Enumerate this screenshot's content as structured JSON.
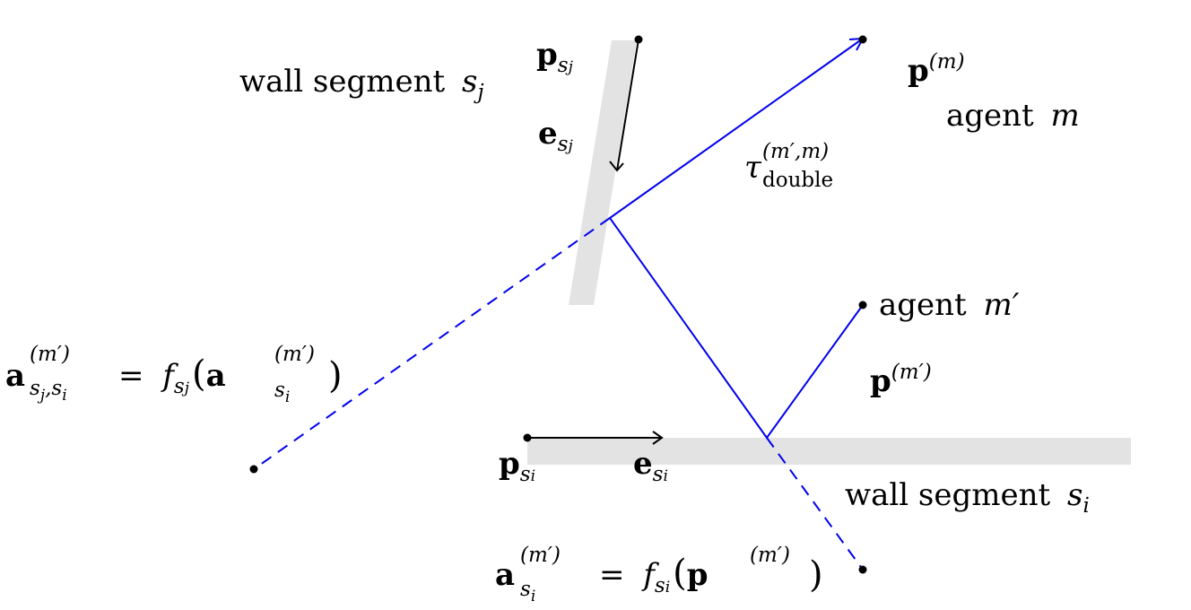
{
  "colors": {
    "wall": "#e3e3e3",
    "ray": "#0000ee",
    "ink": "#000000"
  },
  "labels": {
    "wall_sj": {
      "text": "wall segment",
      "var": "s",
      "sub": "j"
    },
    "wall_si": {
      "text": "wall segment",
      "var": "s",
      "sub": "i"
    },
    "agent_m": {
      "text": "agent",
      "var": "m"
    },
    "agent_mp": {
      "text": "agent",
      "var": "m′"
    },
    "p_m": {
      "base": "p",
      "sup": "(m)"
    },
    "p_mp": {
      "base": "p",
      "sup": "(m′)"
    },
    "p_sj": {
      "base": "p",
      "sub": "s",
      "subsub": "j"
    },
    "e_sj": {
      "base": "e",
      "sub": "s",
      "subsub": "j"
    },
    "p_si": {
      "base": "p",
      "sub": "s",
      "subsub": "i"
    },
    "e_si": {
      "base": "e",
      "sub": "s",
      "subsub": "i"
    },
    "tau": {
      "base": "τ",
      "sup": "(m′,m)",
      "sub": "double"
    },
    "a_sj_si": {
      "lhs_base": "a",
      "lhs_sup": "(m′)",
      "lhs_sub": "s",
      "lhs_subsub": "j",
      "lhs_sub2": ",s",
      "lhs_subsub2": "i",
      "eq": "=",
      "f": "f",
      "f_sub": "s",
      "f_subsub": "j",
      "open": "(",
      "arg_base": "a",
      "arg_sup": "(m′)",
      "arg_sub": "s",
      "arg_subsub": "i",
      "close": ")"
    },
    "a_si": {
      "lhs_base": "a",
      "lhs_sup": "(m′)",
      "lhs_sub": "s",
      "lhs_subsub": "i",
      "eq": "=",
      "f": "f",
      "f_sub": "s",
      "f_subsub": "i",
      "open": "(",
      "arg_base": "p",
      "arg_sup": "(m′)",
      "close": ")"
    }
  }
}
